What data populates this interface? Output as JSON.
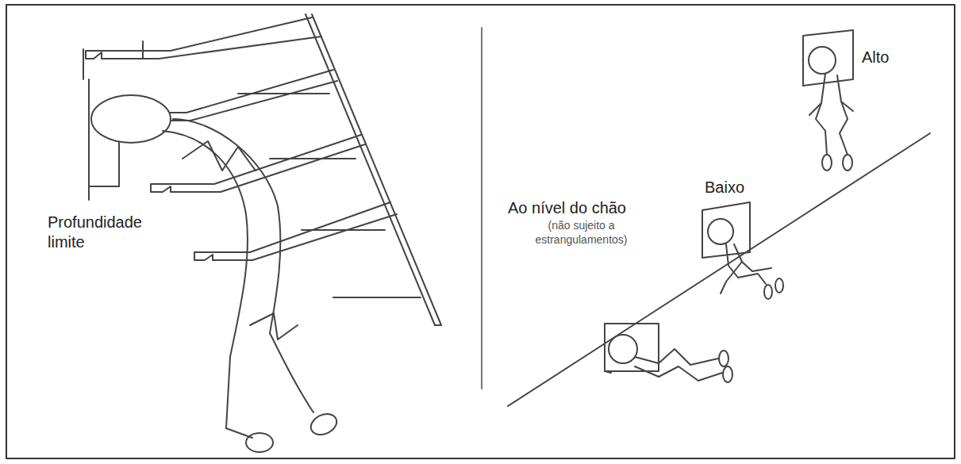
{
  "diagram": {
    "labels": [
      "Profundidade limite",
      "Ao nível do chão",
      "(não sujeito a estrangulamentos)",
      "Baixo",
      "Alto"
    ]
  }
}
